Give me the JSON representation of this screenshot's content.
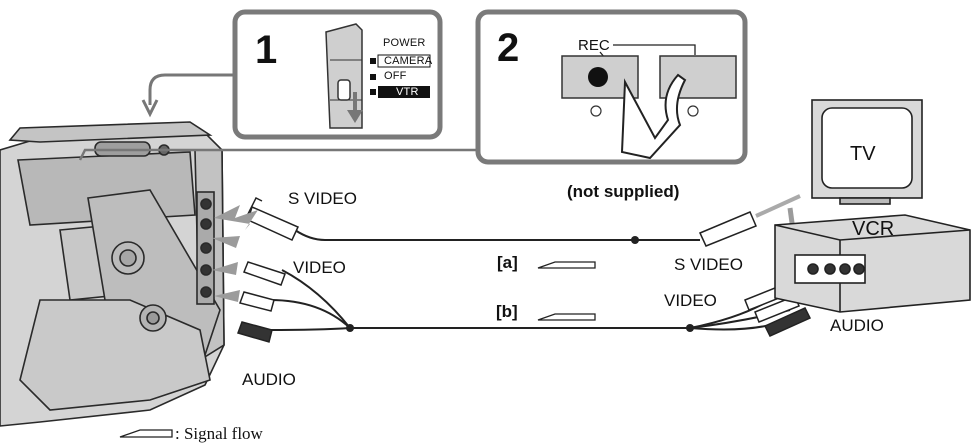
{
  "step1": {
    "number": "1",
    "switch_title": "POWER",
    "positions": [
      "CAMERA",
      "OFF",
      "VTR"
    ]
  },
  "step2": {
    "number": "2",
    "rec_label": "REC"
  },
  "labels": {
    "s_video_left": "S VIDEO",
    "video_left": "VIDEO",
    "audio_left": "AUDIO",
    "not_supplied": "(not supplied)",
    "cable_a": "[a]",
    "cable_b": "[b]",
    "s_video_right": "S VIDEO",
    "video_right": "VIDEO",
    "audio_right": "AUDIO",
    "tv": "TV",
    "vcr": "VCR"
  },
  "legend": {
    "text": ": Signal flow"
  }
}
